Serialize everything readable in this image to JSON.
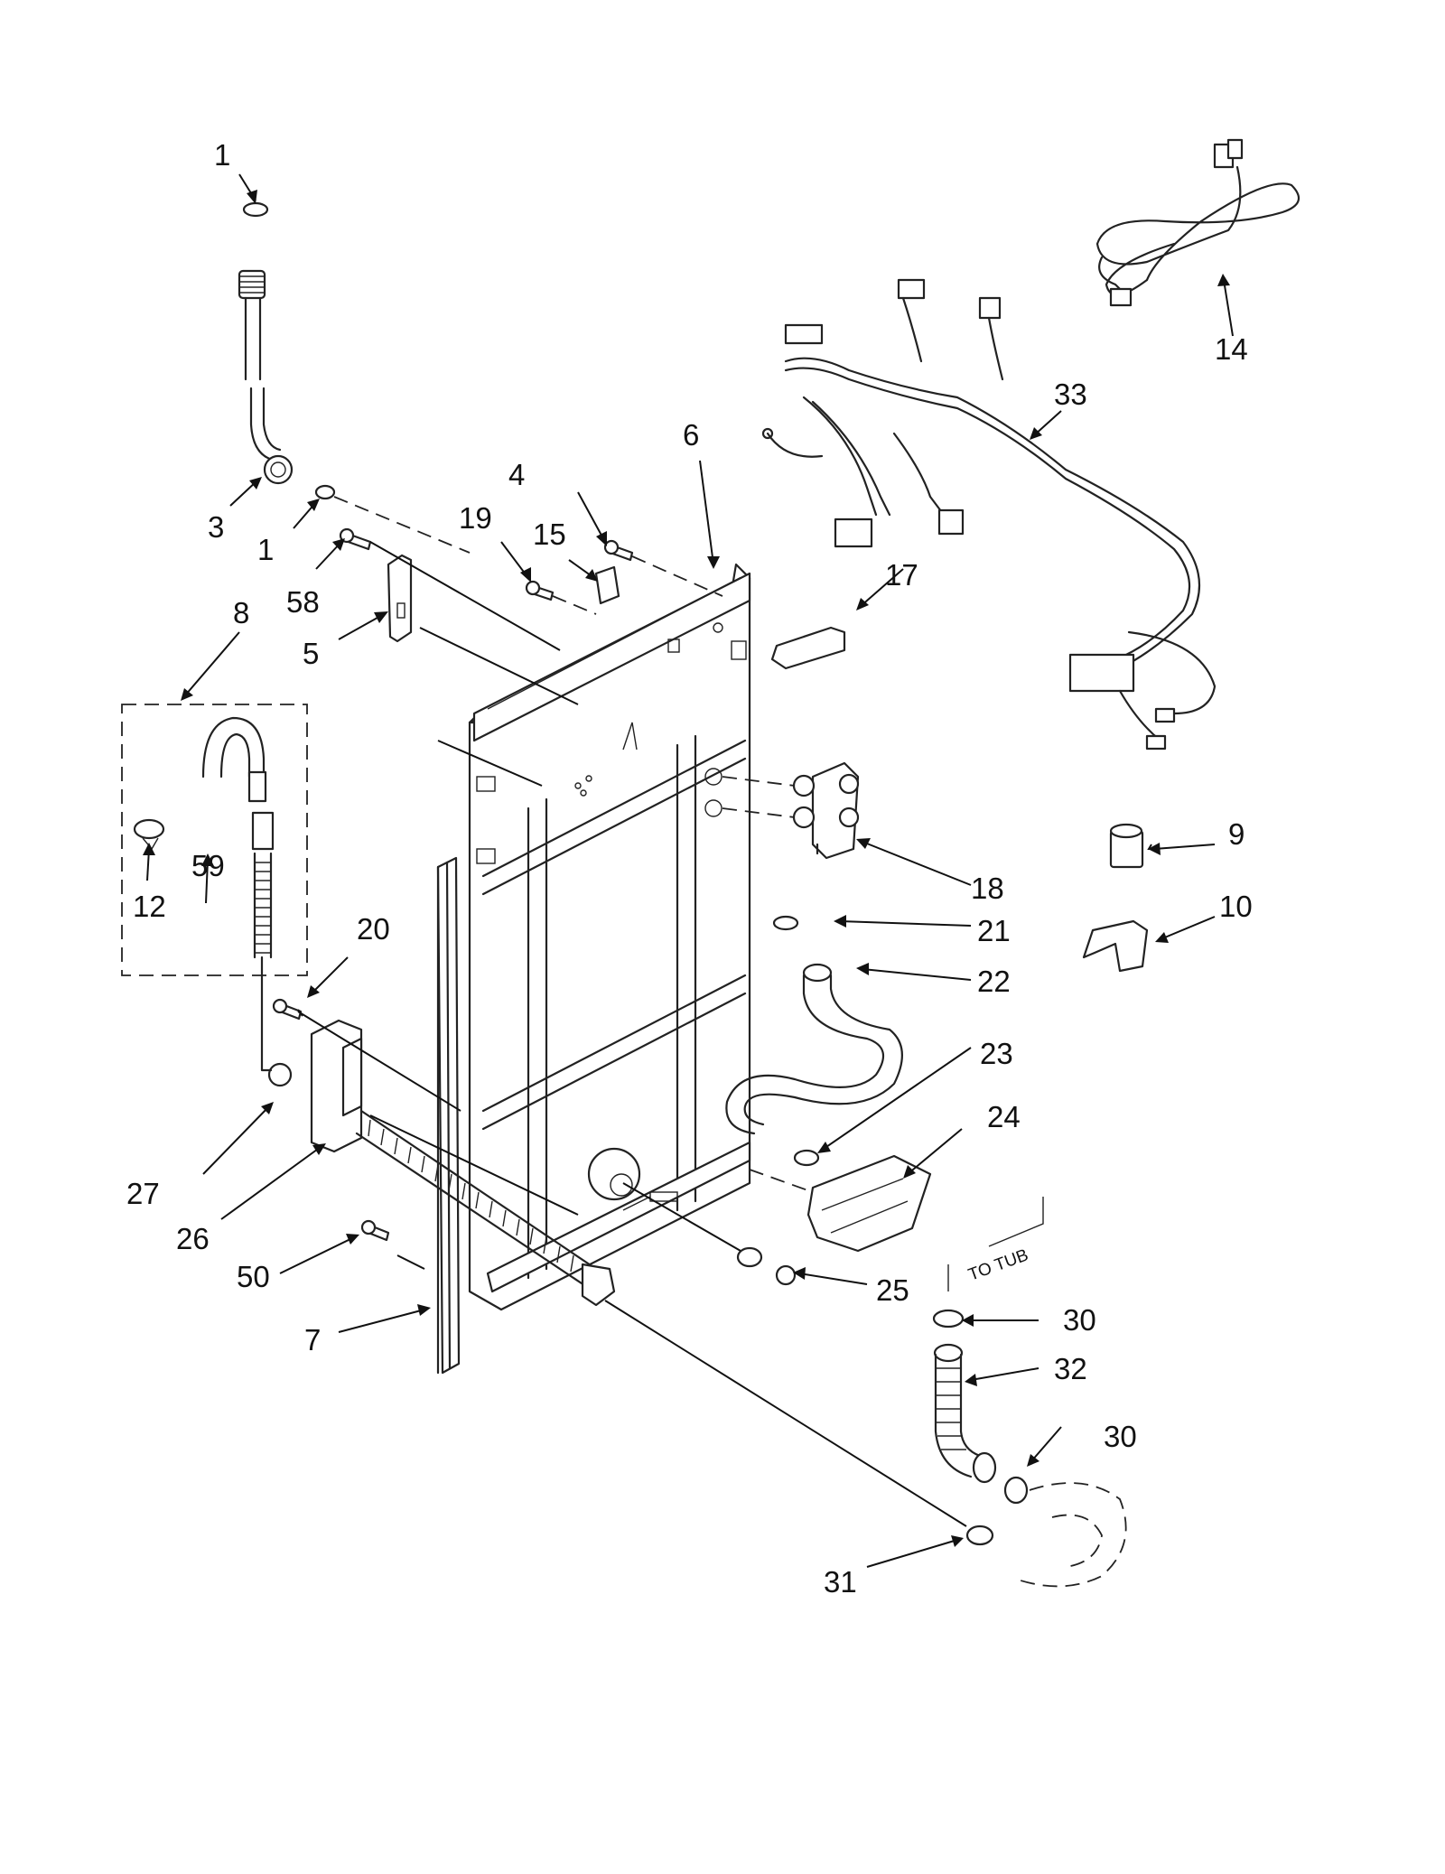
{
  "callouts": [
    {
      "id": "1a",
      "label": "1"
    },
    {
      "id": "1b",
      "label": "1"
    },
    {
      "id": "3",
      "label": "3"
    },
    {
      "id": "4",
      "label": "4"
    },
    {
      "id": "5",
      "label": "5"
    },
    {
      "id": "6",
      "label": "6"
    },
    {
      "id": "7",
      "label": "7"
    },
    {
      "id": "8",
      "label": "8"
    },
    {
      "id": "9",
      "label": "9"
    },
    {
      "id": "10",
      "label": "10"
    },
    {
      "id": "12",
      "label": "12"
    },
    {
      "id": "14",
      "label": "14"
    },
    {
      "id": "15",
      "label": "15"
    },
    {
      "id": "17",
      "label": "17"
    },
    {
      "id": "18",
      "label": "18"
    },
    {
      "id": "19",
      "label": "19"
    },
    {
      "id": "20",
      "label": "20"
    },
    {
      "id": "21",
      "label": "21"
    },
    {
      "id": "22",
      "label": "22"
    },
    {
      "id": "23",
      "label": "23"
    },
    {
      "id": "24",
      "label": "24"
    },
    {
      "id": "25",
      "label": "25"
    },
    {
      "id": "26",
      "label": "26"
    },
    {
      "id": "27",
      "label": "27"
    },
    {
      "id": "30a",
      "label": "30"
    },
    {
      "id": "30b",
      "label": "30"
    },
    {
      "id": "31",
      "label": "31"
    },
    {
      "id": "32",
      "label": "32"
    },
    {
      "id": "33",
      "label": "33"
    },
    {
      "id": "50",
      "label": "50"
    },
    {
      "id": "58",
      "label": "58"
    },
    {
      "id": "59",
      "label": "59"
    }
  ],
  "annotations": {
    "to_tub": "TO TUB"
  }
}
